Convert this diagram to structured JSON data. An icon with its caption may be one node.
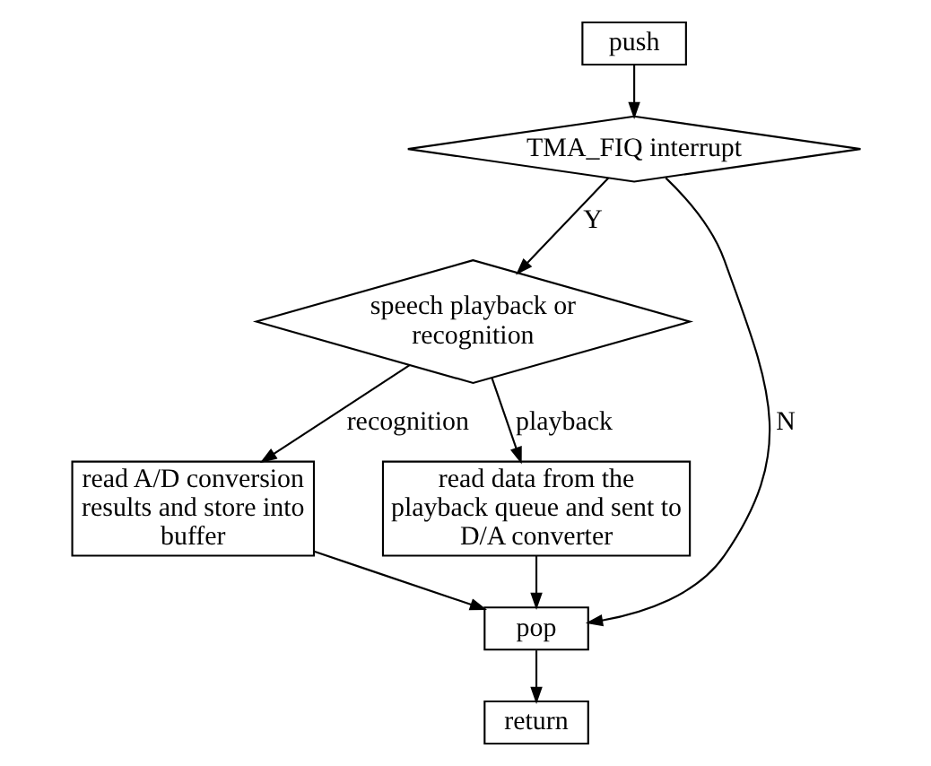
{
  "diagram": {
    "nodes": [
      {
        "text": [
          "push"
        ]
      },
      {
        "text": [
          "TMA_FIQ interrupt"
        ]
      },
      {
        "text": [
          "speech playback or recognition"
        ]
      },
      {
        "text": [
          "read A/D conversion results and store into buffer"
        ]
      },
      {
        "text": [
          "read data from the playback queue and sent to  D/A converter"
        ]
      },
      {
        "text": [
          "pop"
        ]
      },
      {
        "text": [
          "return"
        ]
      }
    ],
    "edges": [
      {
        "from": 0,
        "to": 1,
        "arrow": "to"
      },
      {
        "from": 1,
        "to": 2,
        "label": "Y",
        "arrow": "to"
      },
      {
        "from": 1,
        "to": 5,
        "label": "N",
        "arrow": "to"
      },
      {
        "from": 2,
        "to": 3,
        "label": "recognition",
        "arrow": "to"
      },
      {
        "from": 2,
        "to": 4,
        "label": "playback",
        "arrow": "to"
      },
      {
        "from": 3,
        "to": 5,
        "arrow": "to"
      },
      {
        "from": 4,
        "to": 5,
        "arrow": "to"
      },
      {
        "from": 5,
        "to": 6,
        "arrow": "to"
      }
    ]
  }
}
